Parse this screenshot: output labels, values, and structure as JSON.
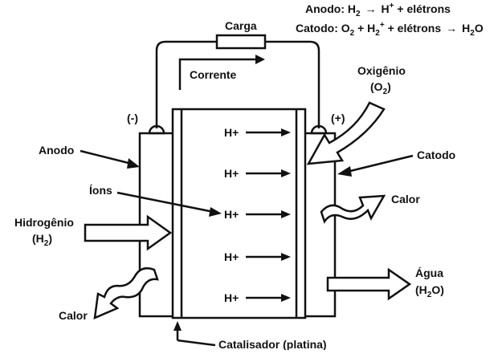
{
  "equations": {
    "anode": {
      "lead": "Anodo: H",
      "lead_sub": "2",
      "arrow": "→",
      "product": "H",
      "product_sup": "+",
      "tail": " + elétrons"
    },
    "cathode": {
      "lead": "Catodo: O",
      "lead_sub": "2",
      "mid": " + H",
      "mid_sub": "2",
      "mid_sup": "+",
      "tail": " + elétrons",
      "arrow": "→",
      "product": "H",
      "product_sub": "2",
      "product_end": "O"
    }
  },
  "labels": {
    "carga": "Carga",
    "corrente": "Corrente",
    "negative": "(-)",
    "positive": "(+)",
    "oxigenio": "Oxigênio",
    "oxigenio_formula": "(O",
    "oxigenio_formula_sub": "2",
    "oxigenio_formula_end": ")",
    "anodo": "Anodo",
    "catodo": "Catodo",
    "ions": "Íons",
    "calor_right": "Calor",
    "calor_left": "Calor",
    "hidrogenio": "Hidrogênio",
    "hidrogenio_formula": "(H",
    "hidrogenio_formula_sub": "2",
    "hidrogenio_formula_end": ")",
    "agua": "Água",
    "agua_formula": "(H",
    "agua_formula_sub": "2",
    "agua_formula_end": "O)",
    "catalisador": "Catalisador (platina)"
  },
  "ions": [
    "H+",
    "H+",
    "H+",
    "H+",
    "H+"
  ]
}
